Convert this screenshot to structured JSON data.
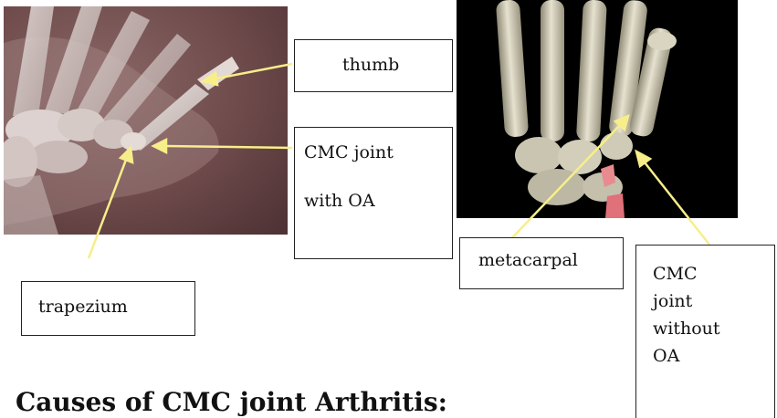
{
  "figure": {
    "xray_image": "hand-xray-thumb-cmc-joint",
    "model_image": "3d-hand-skeleton-model",
    "arrow_color": "#f7ee8a"
  },
  "labels": {
    "thumb": "thumb",
    "cmc_joint_with_oa_line1": "CMC joint",
    "cmc_joint_with_oa_line2": "with OA",
    "trapezium": "trapezium",
    "metacarpal": "metacarpal",
    "cmc_joint_without_oa": [
      "CMC",
      "joint",
      "without",
      "OA"
    ]
  },
  "heading": "Causes of CMC joint Arthritis:"
}
